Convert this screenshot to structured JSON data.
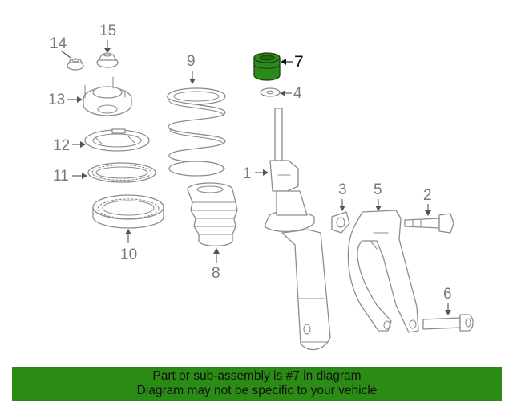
{
  "callouts": {
    "c1": "1",
    "c2": "2",
    "c3": "3",
    "c4": "4",
    "c5": "5",
    "c6": "6",
    "c7": "7",
    "c8": "8",
    "c9": "9",
    "c10": "10",
    "c11": "11",
    "c12": "12",
    "c13": "13",
    "c14": "14",
    "c15": "15"
  },
  "highlight": {
    "part_number": "7",
    "color": "#2b8c15"
  },
  "banner": {
    "line1": "Part or sub-assembly is #7 in diagram",
    "line2": "Diagram may not be specific to your vehicle"
  }
}
